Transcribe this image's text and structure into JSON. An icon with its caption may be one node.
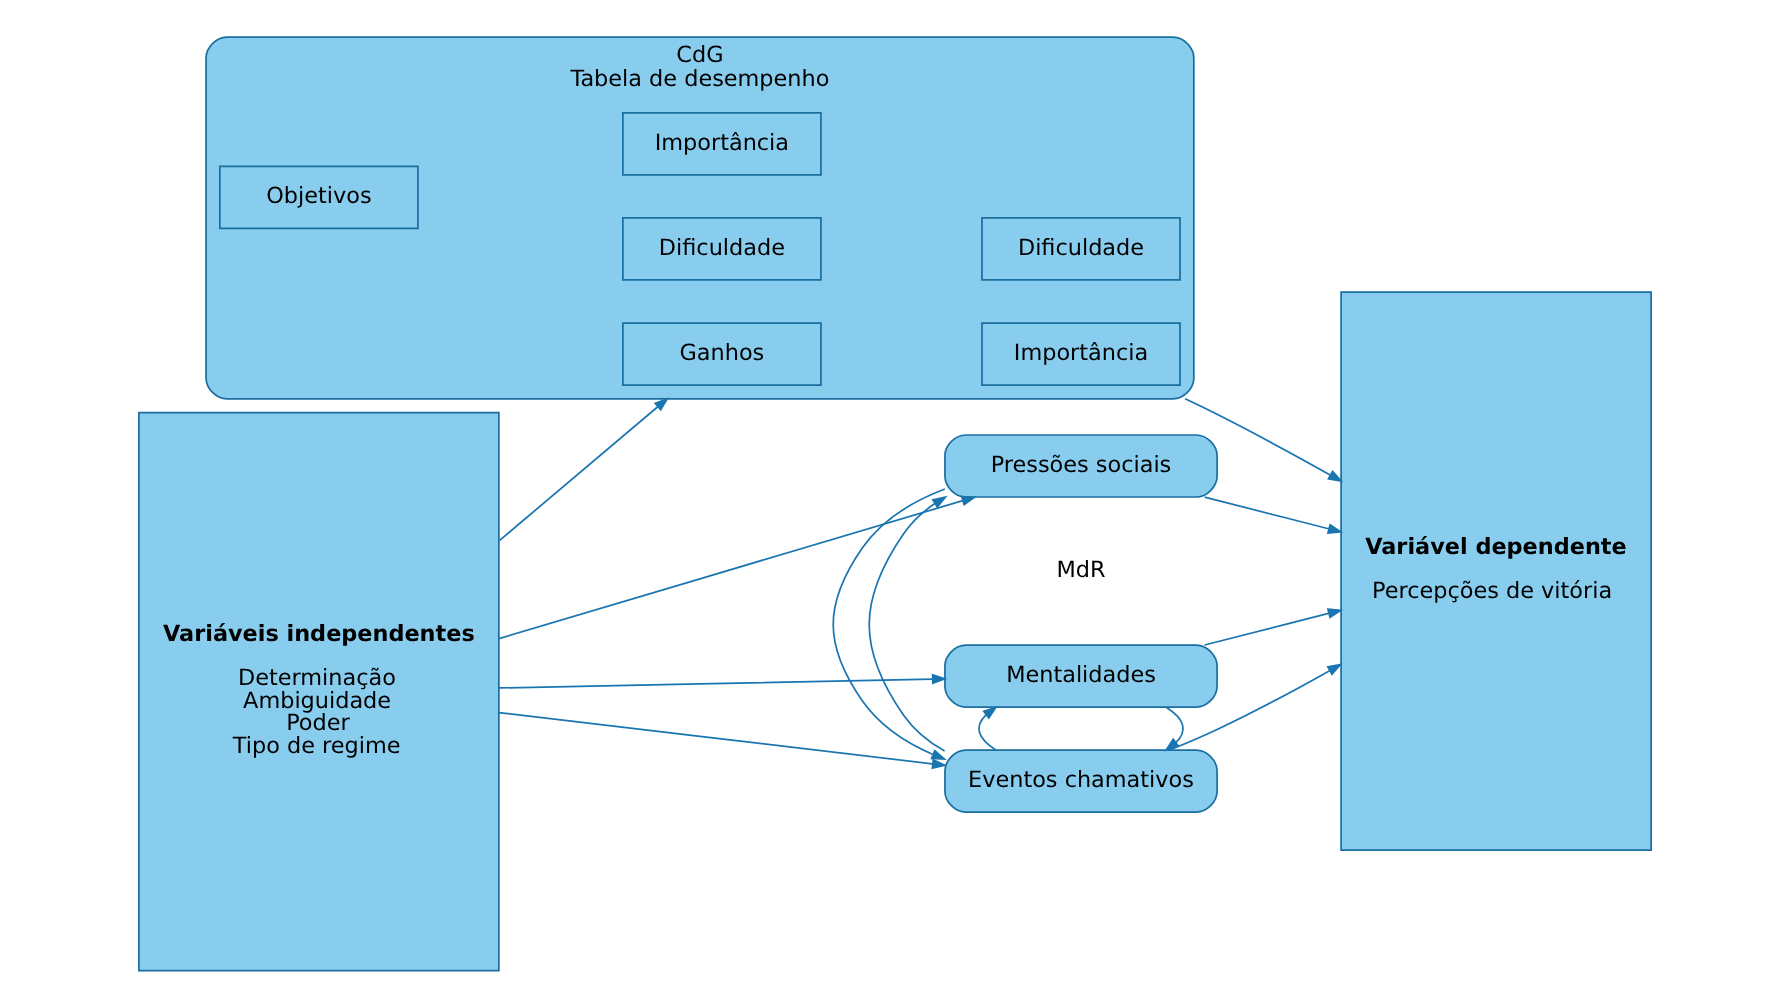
{
  "diagram": {
    "nodes": [
      {
        "text": [
          "Variáveis independentes",
          "Determinação",
          "Ambiguidade",
          "Poder",
          "Tipo de regime"
        ]
      },
      {
        "text": [
          "CdG",
          "Tabela de desempenho"
        ]
      },
      {
        "text": [
          "Ganhos"
        ],
        "in": 1
      },
      {
        "text": [
          "Importância"
        ],
        "in": 1
      },
      {
        "text": [
          "Dificuldade"
        ],
        "in": 1
      },
      {
        "text": [
          "Objetivos"
        ],
        "in": 1
      },
      {
        "text": [
          "Importância"
        ],
        "in": 1
      },
      {
        "text": [
          "Dificuldade"
        ],
        "in": 1
      },
      {
        "text": [
          "Mentalidades"
        ]
      },
      {
        "text": [
          "Eventos chamativos"
        ]
      },
      {
        "text": [
          "Pressões sociais"
        ]
      },
      {
        "text": [
          "Variável dependente",
          "Percepções de vitória"
        ]
      }
    ],
    "edges": [
      {
        "from": 0,
        "to": 1,
        "arrow": "to"
      },
      {
        "from": 1,
        "to": 11,
        "arrow": "to"
      },
      {
        "from": 0,
        "to": 8,
        "arrow": "to"
      },
      {
        "from": 8,
        "to": 11,
        "arrow": "to"
      },
      {
        "from": 8,
        "to": 9,
        "arrow": "to"
      },
      {
        "from": 9,
        "to": 8,
        "arrow": "to"
      },
      {
        "from": 0,
        "to": 9,
        "arrow": "to"
      },
      {
        "from": 9,
        "to": 11,
        "arrow": "to"
      },
      {
        "from": 9,
        "to": 10,
        "arrow": "to"
      },
      {
        "from": 10,
        "to": 9,
        "arrow": "to"
      },
      {
        "from": 0,
        "to": 10,
        "arrow": "to"
      },
      {
        "from": 10,
        "to": 11,
        "arrow": "to"
      }
    ],
    "labels": [
      "MdR"
    ]
  }
}
